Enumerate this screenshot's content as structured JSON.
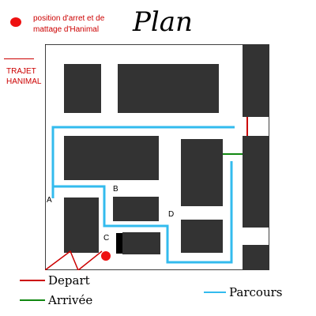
{
  "title": "Plan",
  "legend": {
    "marker_text": "position d'arret et de mattage d'Hanimal",
    "depart": "Depart",
    "arrivee": "Arrivée",
    "parcours": "Parcours"
  },
  "side_label": "TRAJET HANIMAL",
  "points": {
    "a": "A",
    "b": "B",
    "c": "C",
    "d": "D"
  },
  "colors": {
    "depart": "#cc0000",
    "arrivee": "#118811",
    "parcours": "#33bbee",
    "building": "#333333",
    "marker": "#ee1111"
  }
}
